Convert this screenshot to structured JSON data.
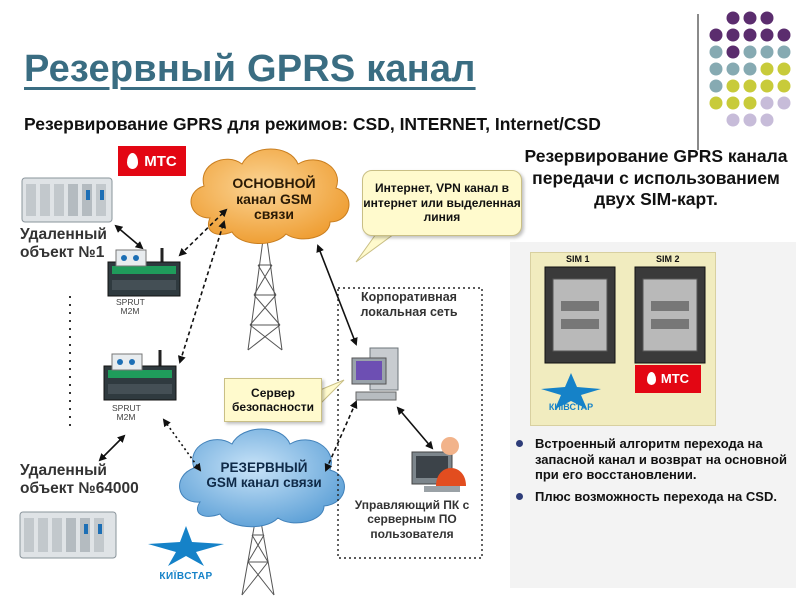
{
  "title": "Резервный GPRS канал",
  "subtitle": "Резервирование GPRS для режимов: CSD, INTERNET, Internet/CSD",
  "side_heading": "Резервирование GPRS канала передачи с использованием двух SIM-карт.",
  "diagram": {
    "main_cloud": "ОСНОВНОЙ канал GSM связи",
    "backup_cloud": "РЕЗЕРВНЫЙ GSM канал связи",
    "callout_internet": "Интернет, VPN канал в интернет или выделенная линия",
    "callout_server": "Сервер безопасности",
    "remote_1": "Удаленный объект №1",
    "remote_2": "Удаленный объект №64000",
    "device_label_1": "SPRUT M2M",
    "device_label_2": "SPRUT M2M",
    "corp_network": "Корпоративная локальная сеть",
    "control_pc": "Управляющий ПК с серверным ПО пользователя"
  },
  "logos": {
    "mts": "МТС",
    "mts_panel": "МТС",
    "kyivstar": "КИЇВСТАР",
    "kyivstar_panel": "КИЇВСТАР"
  },
  "sim": {
    "sim1": "SIM 1",
    "sim2": "SIM 2"
  },
  "bullets": [
    "Встроенный алгоритм перехода на запасной канал и возврат на основной при его восстановлении.",
    "Плюс возможность перехода на CSD."
  ],
  "colors": {
    "title": "#3a6d82",
    "cloud_orange": "#f0a640",
    "cloud_blue": "#79b3e0",
    "mts_red": "#e30613",
    "kyivstar_blue": "#1582c8",
    "bullet": "#2d3c78",
    "dot_purple": "#5b2d6e",
    "dot_teal": "#86aab2",
    "dot_yellow": "#c8cb3a",
    "dot_lavender": "#c7bcd9"
  }
}
